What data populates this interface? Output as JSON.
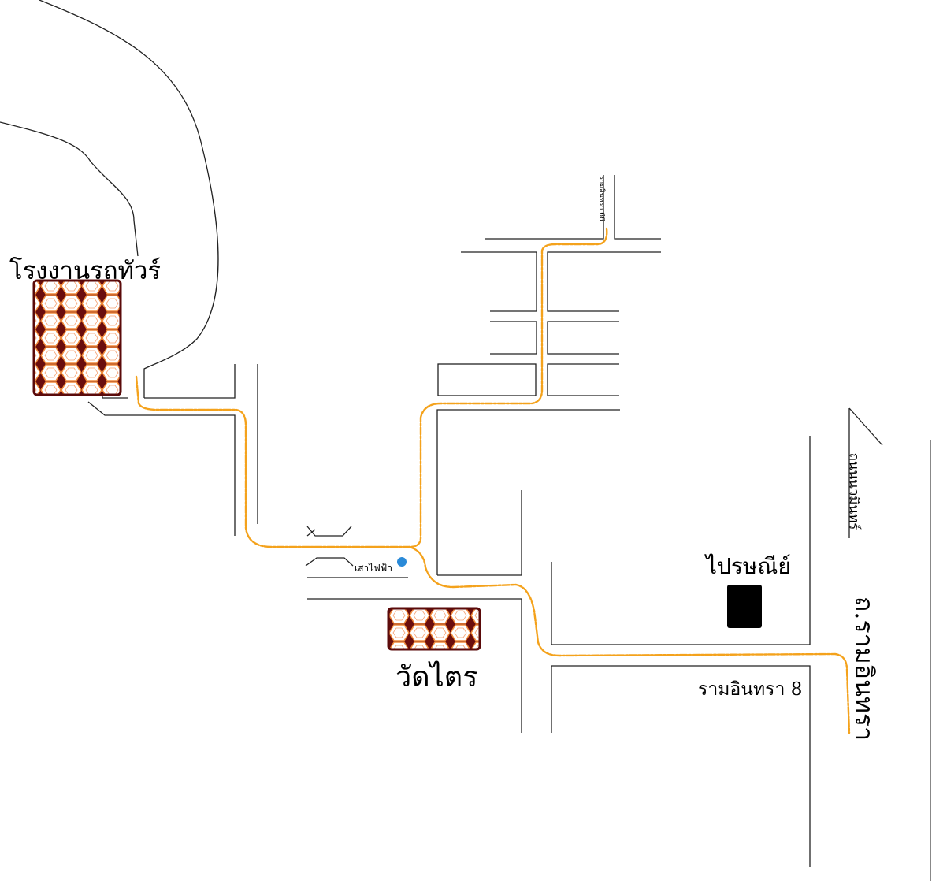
{
  "places": {
    "factory": "โรงงานรถทัวร์",
    "temple": "วัดไตร",
    "post_office": "ไปรษณีย์",
    "pole": "เสาไฟฟ้า"
  },
  "roads": {
    "soi_66": "รามอินทรา 66",
    "soi_8": "รามอินทรา 8",
    "side_road": "ถนนนวมินทร์",
    "main_road": "ถ.รามอินทรา"
  },
  "colors": {
    "route": "#f4a21c",
    "landmark_border": "#5a0a0a",
    "landmark_fill": "#7a1010"
  }
}
